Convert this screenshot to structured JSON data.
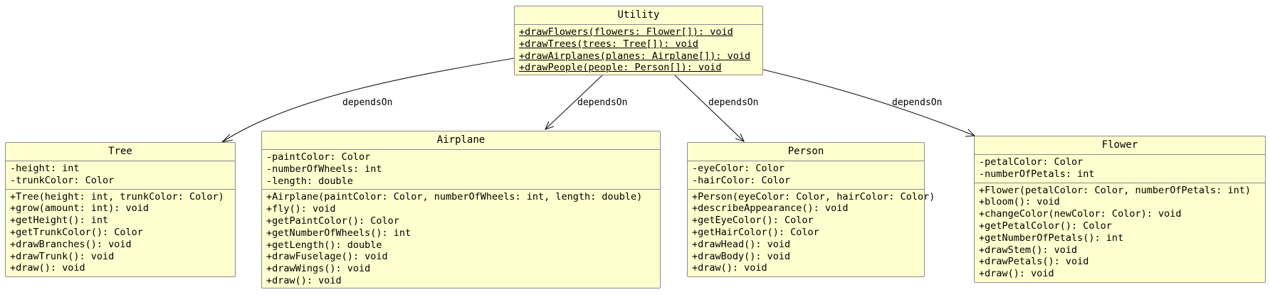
{
  "diagram": {
    "type": "uml-class-diagram",
    "classes": [
      {
        "id": "utility",
        "name": "Utility",
        "attributes": [],
        "methods": [
          "+drawFlowers(flowers: Flower[]): void",
          "+drawTrees(trees: Tree[]): void",
          "+drawAirplanes(planes: Airplane[]): void",
          "+drawPeople(people: Person[]): void"
        ],
        "static_methods": true
      },
      {
        "id": "tree",
        "name": "Tree",
        "attributes": [
          "-height: int",
          "-trunkColor: Color"
        ],
        "methods": [
          "+Tree(height: int, trunkColor: Color)",
          "+grow(amount: int): void",
          "+getHeight(): int",
          "+getTrunkColor(): Color",
          "+drawBranches(): void",
          "+drawTrunk(): void",
          "+draw(): void"
        ]
      },
      {
        "id": "airplane",
        "name": "Airplane",
        "attributes": [
          "-paintColor: Color",
          "-numberOfWheels: int",
          "-length: double"
        ],
        "methods": [
          "+Airplane(paintColor: Color, numberOfWheels: int, length: double)",
          "+fly(): void",
          "+getPaintColor(): Color",
          "+getNumberOfWheels(): int",
          "+getLength(): double",
          "+drawFuselage(): void",
          "+drawWings(): void",
          "+draw(): void"
        ]
      },
      {
        "id": "person",
        "name": "Person",
        "attributes": [
          "-eyeColor: Color",
          "-hairColor: Color"
        ],
        "methods": [
          "+Person(eyeColor: Color, hairColor: Color)",
          "+describeAppearance(): void",
          "+getEyeColor(): Color",
          "+getHairColor(): Color",
          "+drawHead(): void",
          "+drawBody(): void",
          "+draw(): void"
        ]
      },
      {
        "id": "flower",
        "name": "Flower",
        "attributes": [
          "-petalColor: Color",
          "-numberOfPetals: int"
        ],
        "methods": [
          "+Flower(petalColor: Color, numberOfPetals: int)",
          "+bloom(): void",
          "+changeColor(newColor: Color): void",
          "+getPetalColor(): Color",
          "+getNumberOfPetals(): int",
          "+drawStem(): void",
          "+drawPetals(): void",
          "+draw(): void"
        ]
      }
    ],
    "relationships": [
      {
        "from": "utility",
        "to": "tree",
        "label": "dependsOn"
      },
      {
        "from": "utility",
        "to": "airplane",
        "label": "dependsOn"
      },
      {
        "from": "utility",
        "to": "person",
        "label": "dependsOn"
      },
      {
        "from": "utility",
        "to": "flower",
        "label": "dependsOn"
      }
    ],
    "colors": {
      "class_fill": "#fefece",
      "class_border": "#8c8c8c",
      "edge": "#181818"
    }
  }
}
